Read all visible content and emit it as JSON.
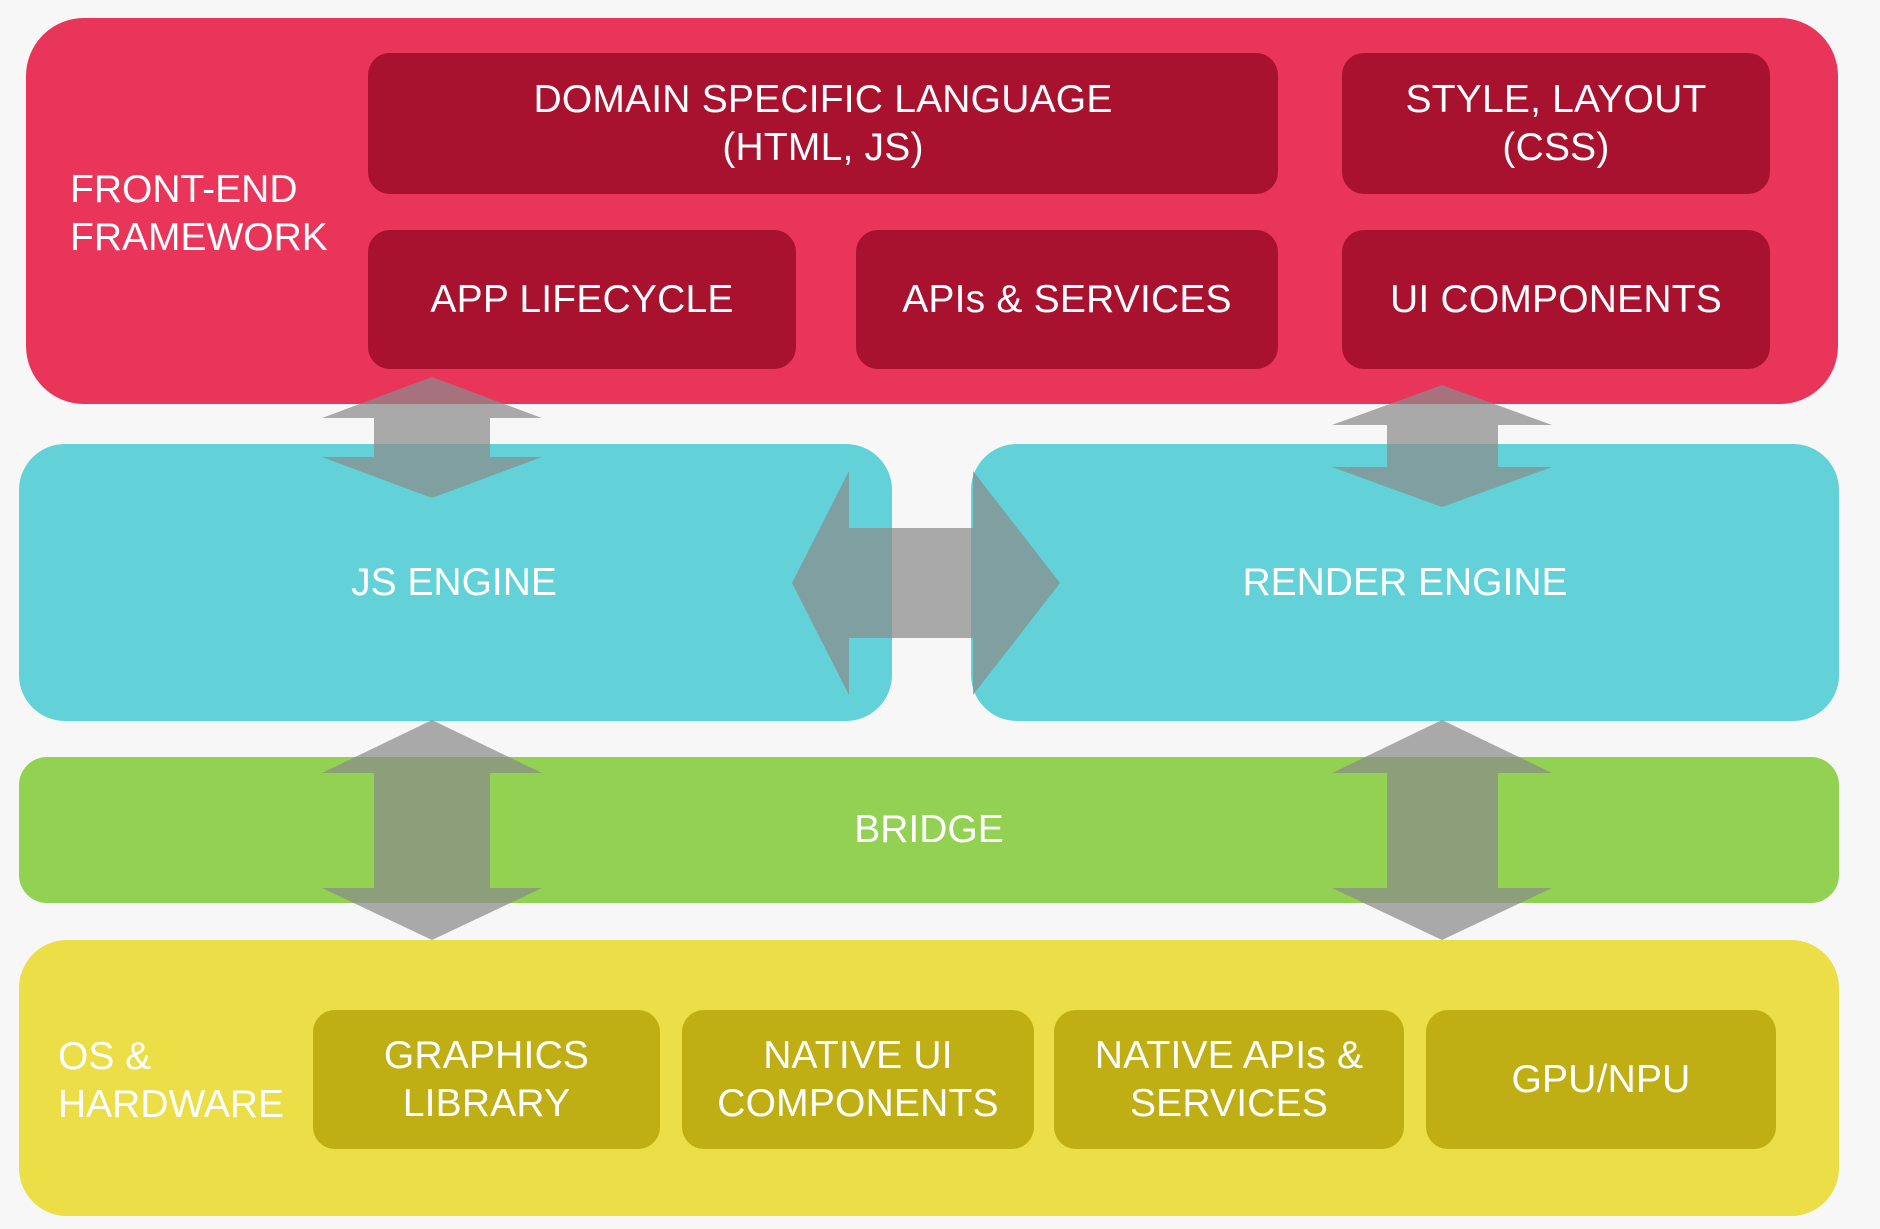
{
  "frontend": {
    "label": "FRONT-END\nFRAMEWORK",
    "dsl": "DOMAIN SPECIFIC LANGUAGE\n(HTML, JS)",
    "style_layout": "STYLE, LAYOUT\n(CSS)",
    "app_lifecycle": "APP LIFECYCLE",
    "apis_services": "APIs & SERVICES",
    "ui_components": "UI COMPONENTS"
  },
  "engines": {
    "js_engine": "JS ENGINE",
    "render_engine": "RENDER ENGINE"
  },
  "bridge": {
    "label": "BRIDGE"
  },
  "os": {
    "label": "OS &\nHARDWARE",
    "graphics_library": "GRAPHICS\nLIBRARY",
    "native_ui_components": "NATIVE UI\nCOMPONENTS",
    "native_apis_services": "NATIVE APIs &\nSERVICES",
    "gpu_npu": "GPU/NPU"
  },
  "colors": {
    "frontend": "#e9355a",
    "frontend_box": "#a9122f",
    "engine": "#62d2d8",
    "bridge": "#93d152",
    "os": "#ebde47",
    "os_box": "#bfaf14",
    "arrow": "#8a8a8a"
  }
}
